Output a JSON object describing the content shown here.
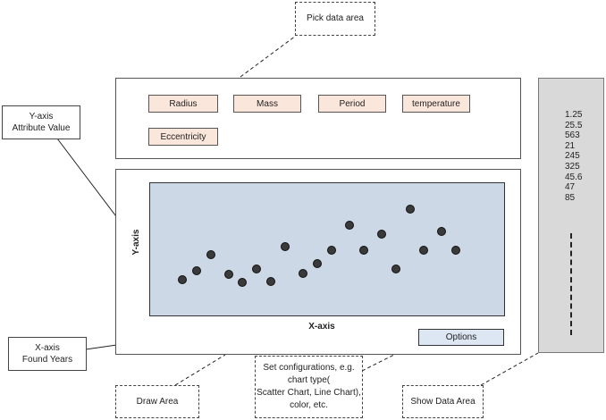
{
  "callouts": {
    "pick_data_area": "Pick data area",
    "draw_area": "Draw Area",
    "show_data_area": "Show Data Area",
    "config_text": [
      "Set configurations, e.g.",
      "chart type(",
      "Scatter Chart, Line Chart),",
      "color, etc."
    ],
    "y_axis_note": [
      "Y-axis",
      "Attribute Value"
    ],
    "x_axis_note": [
      "X-axis",
      "Found Years"
    ]
  },
  "attributes": [
    "Radius",
    "Mass",
    "Period",
    "temperature",
    "Eccentricity"
  ],
  "chart": {
    "xlabel": "X-axis",
    "ylabel": "Y-axis",
    "options_label": "Options"
  },
  "data_values": [
    "1.25",
    "25.5",
    "563",
    "21",
    "245",
    "325",
    "45.6",
    "47",
    "85"
  ],
  "chart_data": {
    "type": "scatter",
    "xlabel": "X-axis",
    "ylabel": "Y-axis",
    "xlim": [
      0,
      100
    ],
    "ylim": [
      0,
      100
    ],
    "grid": false,
    "points": [
      {
        "x": 9,
        "y": 28
      },
      {
        "x": 13,
        "y": 35
      },
      {
        "x": 17,
        "y": 47
      },
      {
        "x": 22,
        "y": 32
      },
      {
        "x": 26,
        "y": 26
      },
      {
        "x": 30,
        "y": 36
      },
      {
        "x": 34,
        "y": 27
      },
      {
        "x": 38,
        "y": 53
      },
      {
        "x": 43,
        "y": 33
      },
      {
        "x": 47,
        "y": 40
      },
      {
        "x": 51,
        "y": 50
      },
      {
        "x": 56,
        "y": 69
      },
      {
        "x": 60,
        "y": 50
      },
      {
        "x": 65,
        "y": 62
      },
      {
        "x": 69,
        "y": 36
      },
      {
        "x": 73,
        "y": 81
      },
      {
        "x": 77,
        "y": 50
      },
      {
        "x": 82,
        "y": 64
      },
      {
        "x": 86,
        "y": 50
      }
    ]
  }
}
